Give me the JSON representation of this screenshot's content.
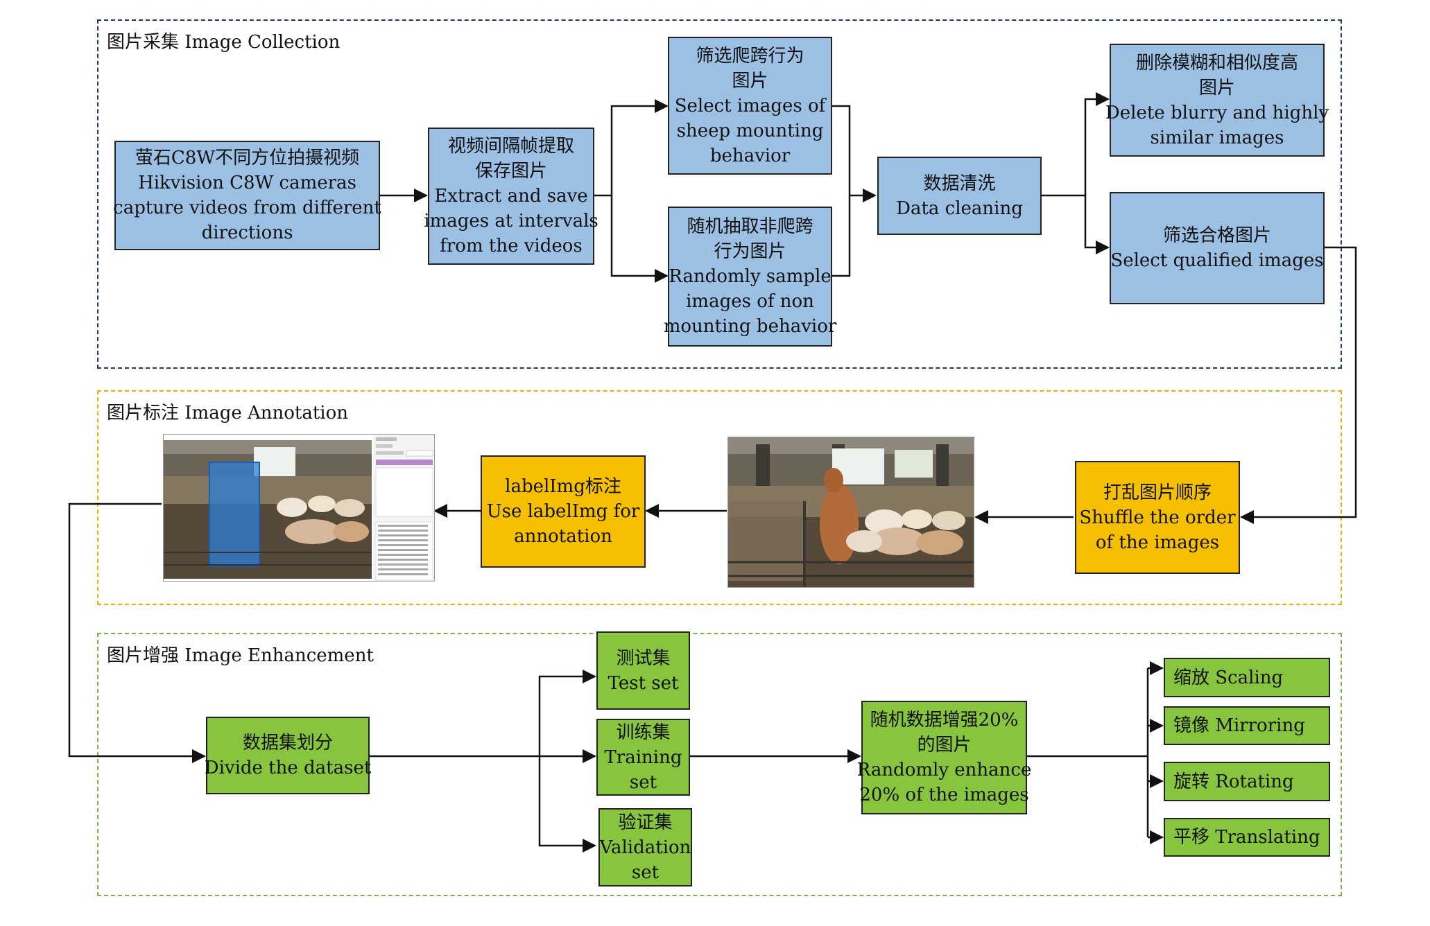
{
  "sections": {
    "collection_title": "图片采集 Image Collection",
    "annotation_title": "图片标注 Image Annotation",
    "enhancement_title": "图片增强 Image Enhancement"
  },
  "collection": {
    "capture": [
      "萤石C8W不同方位拍摄视频",
      "Hikvision C8W cameras",
      "capture videos from different",
      "directions"
    ],
    "extract": [
      "视频间隔帧提取",
      "保存图片",
      "Extract and save",
      "images at intervals",
      "from the videos"
    ],
    "select_mounting": [
      "筛选爬跨行为",
      "图片",
      "Select images of",
      "sheep mounting",
      "behavior"
    ],
    "sample_non": [
      "随机抽取非爬跨",
      "行为图片",
      "Randomly sample",
      "images of non",
      "mounting behavior"
    ],
    "cleaning": [
      "数据清洗",
      "Data cleaning"
    ],
    "delete_blurry": [
      "删除模糊和相似度高",
      "图片",
      "Delete blurry and highly",
      "similar images"
    ],
    "select_qualified": [
      "筛选合格图片",
      "Select qualified images"
    ]
  },
  "annotation": {
    "shuffle": [
      "打乱图片顺序",
      "Shuffle the order",
      "of the images"
    ],
    "labelimg": [
      "labelImg标注",
      "Use labelImg for",
      "annotation"
    ]
  },
  "enhancement": {
    "divide": [
      "数据集划分",
      "Divide the dataset"
    ],
    "test": [
      "测试集",
      "Test set"
    ],
    "training": [
      "训练集",
      "Training",
      "set"
    ],
    "validation": [
      "验证集",
      "Validation",
      "set"
    ],
    "random_enhance": [
      "随机数据增强20%",
      "的图片",
      "Randomly enhance",
      "20% of the images"
    ],
    "scaling": "缩放 Scaling",
    "mirroring": "镜像 Mirroring",
    "rotating": "旋转 Rotating",
    "translating": "平移 Translating"
  },
  "colors": {
    "process_blue": "#9cc0e4",
    "annotation_yellow": "#f6c000",
    "enhancement_green": "#88c53f",
    "collection_border": "#1f3864",
    "annotation_border": "#e8b200",
    "enhancement_border": "#7cb342"
  }
}
